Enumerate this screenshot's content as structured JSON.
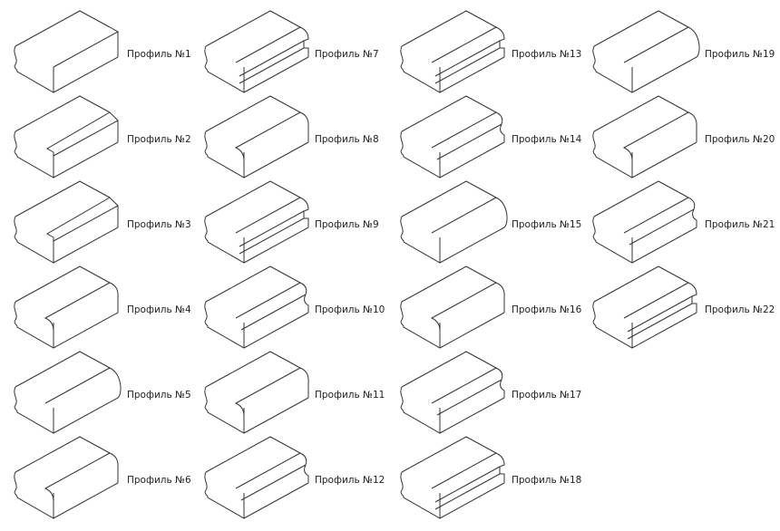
{
  "profiles": [
    {
      "label": "Профиль №1",
      "shape": "square"
    },
    {
      "label": "Профиль №2",
      "shape": "bevel"
    },
    {
      "label": "Профиль №3",
      "shape": "bevel"
    },
    {
      "label": "Профиль №4",
      "shape": "round"
    },
    {
      "label": "Профиль №5",
      "shape": "fullround"
    },
    {
      "label": "Профиль №6",
      "shape": "round"
    },
    {
      "label": "Профиль №7",
      "shape": "step"
    },
    {
      "label": "Профиль №8",
      "shape": "round"
    },
    {
      "label": "Профиль №9",
      "shape": "step"
    },
    {
      "label": "Профиль №10",
      "shape": "ogee"
    },
    {
      "label": "Профиль №11",
      "shape": "round"
    },
    {
      "label": "Профиль №12",
      "shape": "ogee"
    },
    {
      "label": "Профиль №13",
      "shape": "step"
    },
    {
      "label": "Профиль №14",
      "shape": "ogee"
    },
    {
      "label": "Профиль №15",
      "shape": "fullround"
    },
    {
      "label": "Профиль №16",
      "shape": "round"
    },
    {
      "label": "Профиль №17",
      "shape": "ogee"
    },
    {
      "label": "Профиль №18",
      "shape": "step"
    },
    {
      "label": "Профиль №19",
      "shape": "fullround"
    },
    {
      "label": "Профиль №20",
      "shape": "round"
    },
    {
      "label": "Профиль №21",
      "shape": "ogee"
    },
    {
      "label": "Профиль №22",
      "shape": "step"
    }
  ]
}
